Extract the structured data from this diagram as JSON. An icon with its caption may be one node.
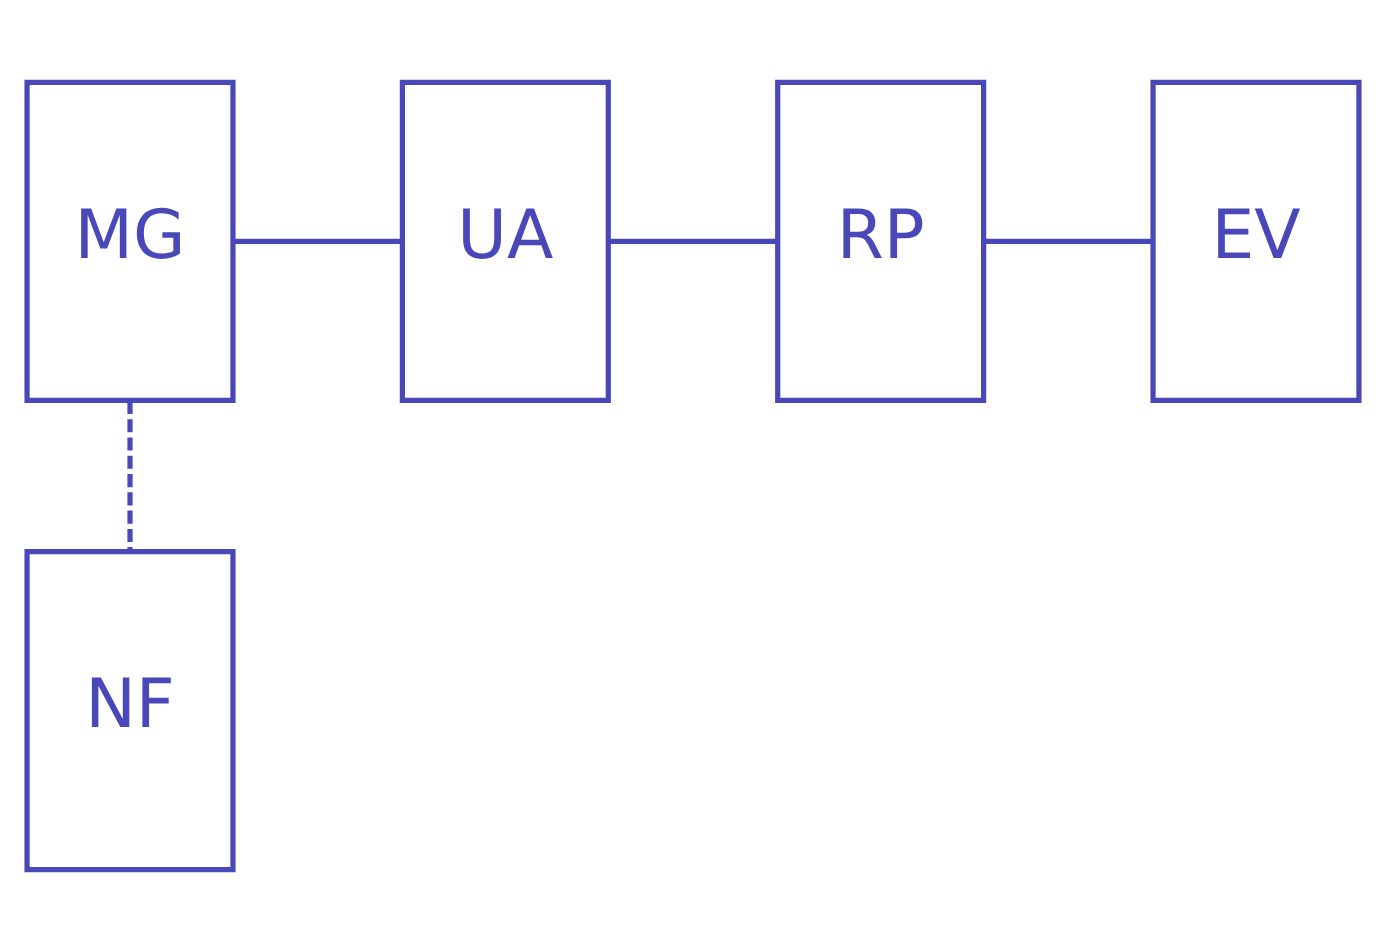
{
  "diagram": {
    "nodes": [
      {
        "text": [
          "MG"
        ]
      },
      {
        "text": [
          "UA"
        ]
      },
      {
        "text": [
          "RP"
        ]
      },
      {
        "text": [
          "EV"
        ]
      },
      {
        "text": [
          "NF"
        ]
      }
    ],
    "edges": [
      {
        "from": 0,
        "to": 1,
        "arrow": "none"
      },
      {
        "from": 1,
        "to": 2,
        "arrow": "none"
      },
      {
        "from": 2,
        "to": 3,
        "arrow": "none"
      },
      {
        "from": 0,
        "to": 4,
        "arrow": "none",
        "style": "dashed"
      }
    ]
  }
}
